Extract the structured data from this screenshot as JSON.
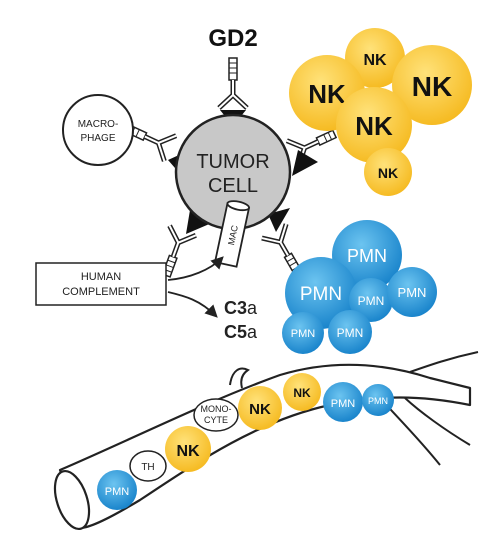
{
  "labels": {
    "gd2": "GD2",
    "tumor_line1": "TUMOR",
    "tumor_line2": "CELL",
    "macrophage_line1": "MACRO-",
    "macrophage_line2": "PHAGE",
    "human_line1": "HUMAN",
    "human_line2": "COMPLEMENT",
    "mac": "MAC",
    "c3_main": "C3",
    "c3_sub": "a",
    "c5_main": "C5",
    "c5_sub": "a",
    "nk": "NK",
    "pmn": "PMN",
    "th": "TH",
    "monocyte_line1": "MONO-",
    "monocyte_line2": "CYTE"
  },
  "colors": {
    "nk_fill": "#f5b81c",
    "nk_highlight": "#ffe27a",
    "pmn_fill": "#1480c9",
    "pmn_highlight": "#6cc4f0",
    "tumor_fill": "#c8c8c8",
    "outline": "#222222"
  }
}
